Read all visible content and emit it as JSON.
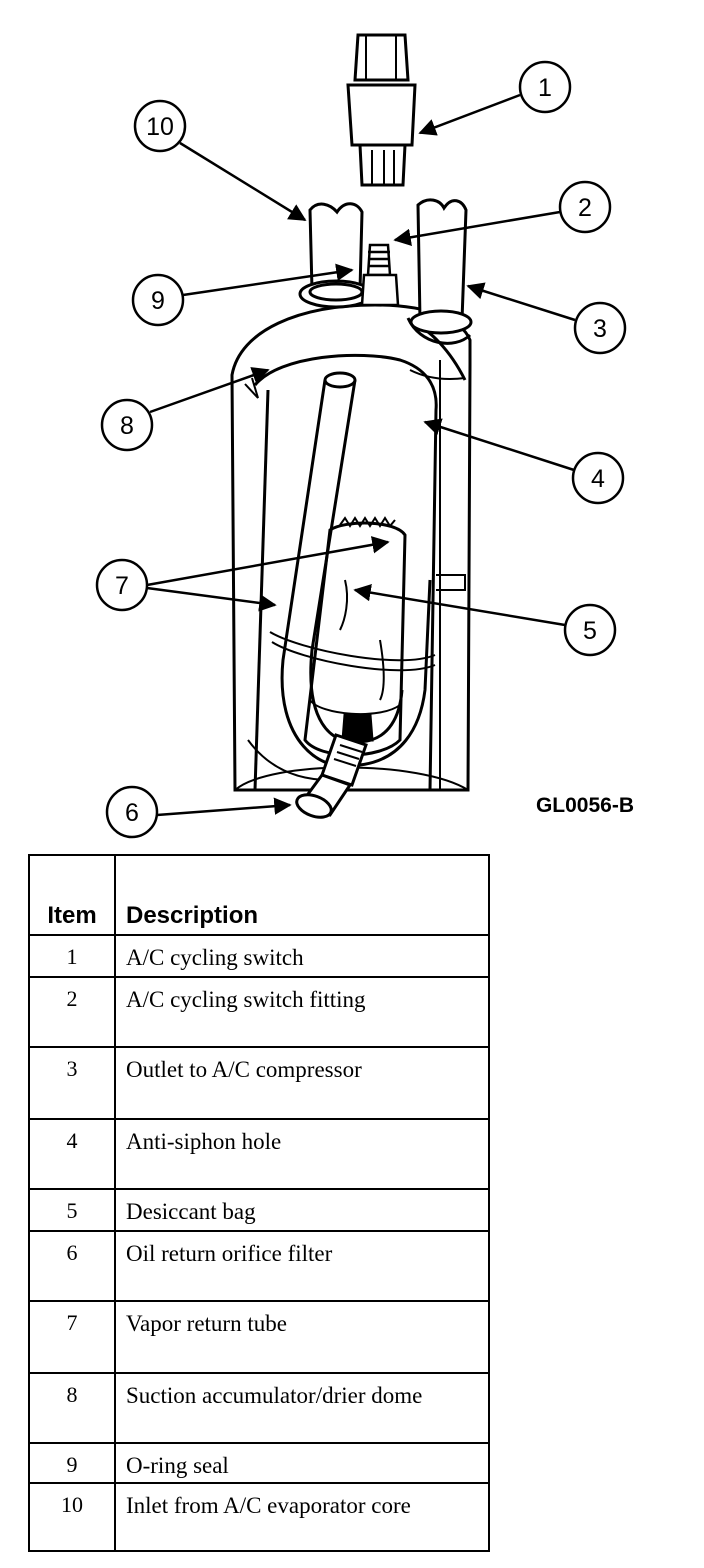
{
  "figure_code": "GL0056-B",
  "callouts": [
    "1",
    "2",
    "3",
    "4",
    "5",
    "6",
    "7",
    "8",
    "9",
    "10"
  ],
  "table": {
    "headers": {
      "item": "Item",
      "description": "Description"
    },
    "rows": [
      {
        "item": "1",
        "description": "A/C cycling switch"
      },
      {
        "item": "2",
        "description": "A/C cycling switch fitting"
      },
      {
        "item": "3",
        "description": "Outlet to A/C compressor"
      },
      {
        "item": "4",
        "description": "Anti-siphon hole"
      },
      {
        "item": "5",
        "description": "Desiccant bag"
      },
      {
        "item": "6",
        "description": "Oil return orifice filter"
      },
      {
        "item": "7",
        "description": "Vapor return tube"
      },
      {
        "item": "8",
        "description": "Suction accumulator/drier dome"
      },
      {
        "item": "9",
        "description": "O-ring seal"
      },
      {
        "item": "10",
        "description": "Inlet from A/C evaporator core"
      }
    ]
  }
}
